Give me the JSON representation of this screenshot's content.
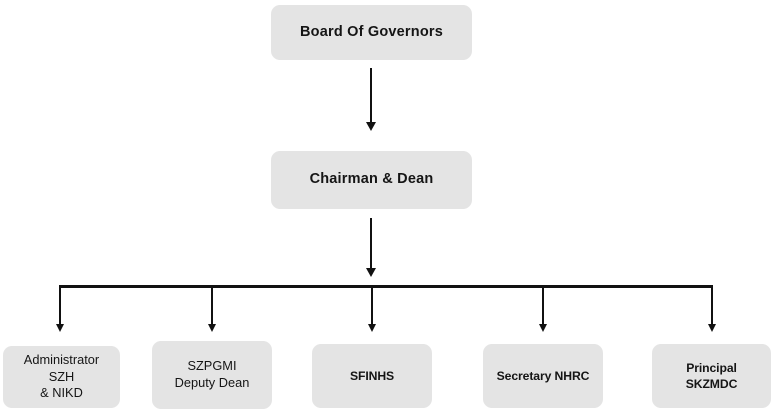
{
  "chart": {
    "type": "org-chart",
    "background_color": "#ffffff",
    "node_fill_color": "#e4e4e4",
    "connector_color": "#111111",
    "levels": [
      {
        "level": 1,
        "nodes": [
          {
            "id": "board-of-governors",
            "label": "Board Of Governors"
          }
        ]
      },
      {
        "level": 2,
        "nodes": [
          {
            "id": "chairman-and-dean",
            "label": "Chairman & Dean"
          }
        ]
      },
      {
        "level": 3,
        "nodes": [
          {
            "id": "administrator-szh-nikd",
            "label": "Administrator SZH\n& NIKD"
          },
          {
            "id": "szpgmi-deputy-dean",
            "label": "SZPGMI\nDeputy Dean"
          },
          {
            "id": "sfinhs",
            "label": "SFINHS"
          },
          {
            "id": "secretary-nhrc",
            "label": "Secretary NHRC"
          },
          {
            "id": "principal-skzmdc",
            "label": "Principal SKZMDC"
          }
        ]
      }
    ]
  }
}
